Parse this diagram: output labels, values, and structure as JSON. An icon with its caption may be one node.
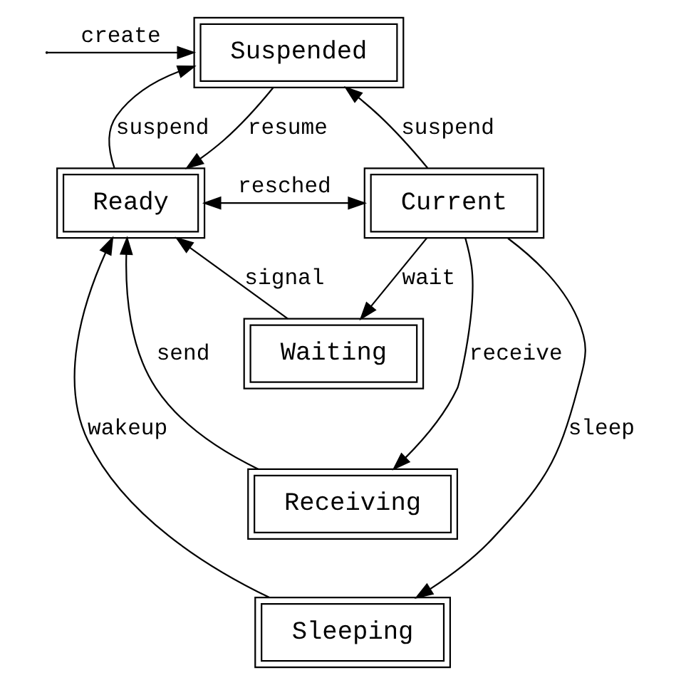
{
  "diagram": {
    "nodes": [
      {
        "text": [
          "Suspended"
        ]
      },
      {
        "text": [
          "Ready"
        ]
      },
      {
        "text": [
          "Current"
        ]
      },
      {
        "text": [
          "Waiting"
        ]
      },
      {
        "text": [
          "Receiving"
        ]
      },
      {
        "text": [
          "Sleeping"
        ]
      }
    ],
    "edges": [
      {
        "from": null,
        "to": 0,
        "arrow": "to",
        "label": "create"
      },
      {
        "from": 0,
        "to": 1,
        "arrow": "to",
        "label": "resume"
      },
      {
        "from": 1,
        "to": 0,
        "arrow": "to",
        "label": "suspend"
      },
      {
        "from": 2,
        "to": 0,
        "arrow": "to",
        "label": "suspend"
      },
      {
        "from": 1,
        "to": 2,
        "arrow": "both",
        "label": "resched"
      },
      {
        "from": 3,
        "to": 1,
        "arrow": "to",
        "label": "signal"
      },
      {
        "from": 2,
        "to": 3,
        "arrow": "to",
        "label": "wait"
      },
      {
        "from": 4,
        "to": 1,
        "arrow": "to",
        "label": "send"
      },
      {
        "from": 2,
        "to": 4,
        "arrow": "to",
        "label": "receive"
      },
      {
        "from": 5,
        "to": 1,
        "arrow": "to",
        "label": "wakeup"
      },
      {
        "from": 2,
        "to": 5,
        "arrow": "to",
        "label": "sleep"
      }
    ]
  }
}
